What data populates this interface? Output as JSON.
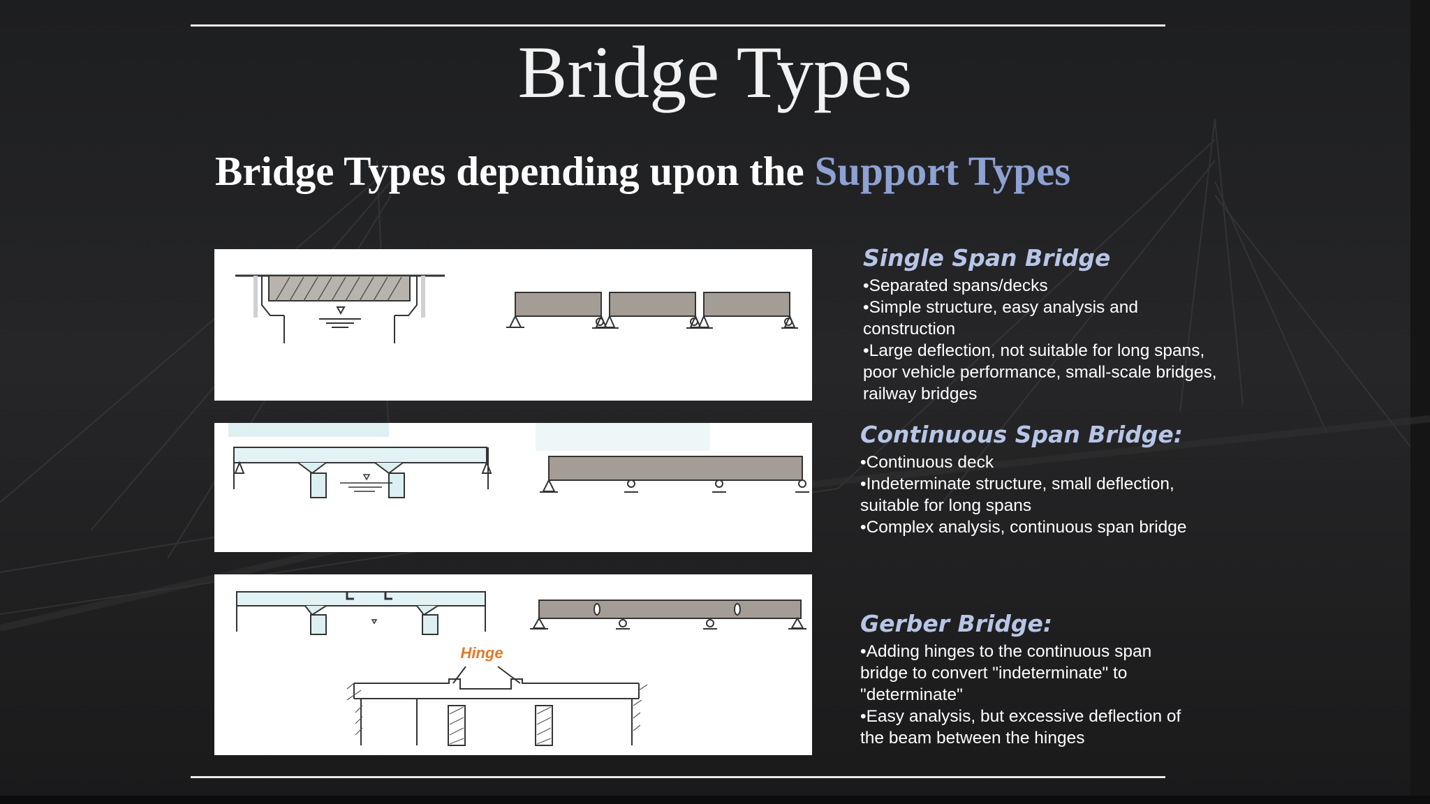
{
  "slide": {
    "title": "Bridge Types",
    "subtitle_prefix": "Bridge Types depending upon the ",
    "subtitle_accent": "Support Types"
  },
  "sections": [
    {
      "heading": "Single Span Bridge",
      "bullets": [
        "•Separated spans/decks",
        "•Simple structure, easy analysis and construction",
        "•Large deflection, not suitable for long spans, poor vehicle performance, small-scale bridges, railway bridges"
      ]
    },
    {
      "heading": "Continuous Span Bridge:",
      "bullets": [
        "•Continuous deck",
        "•Indeterminate structure, small deflection, suitable for long spans",
        "•Complex analysis, continuous span bridge"
      ]
    },
    {
      "heading": "Gerber Bridge:",
      "bullets": [
        "•Adding hinges to the continuous span bridge to convert \"indeterminate\" to \"determinate\"",
        "•Easy analysis, but excessive deflection of the beam between the hinges"
      ]
    }
  ],
  "diagram_labels": {
    "hinge": "Hinge"
  },
  "colors": {
    "accent": "#8ea1d3",
    "heading": "#b7c5e6",
    "hinge_label": "#e07a2a",
    "beam_fill": "#a49d96"
  }
}
